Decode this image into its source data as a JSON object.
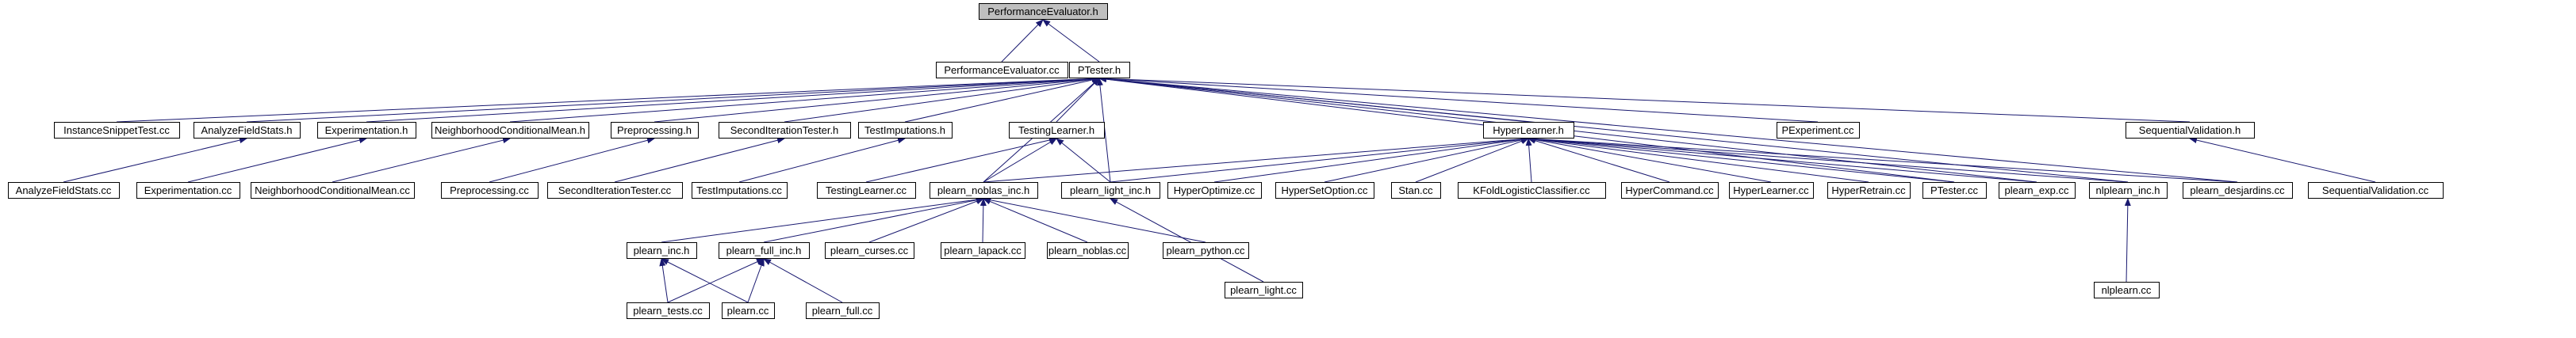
{
  "diagram": {
    "edge_color": "#191970",
    "root_fill": "#bfbfbf",
    "nodes": [
      {
        "id": "pe_h",
        "label": "PerformanceEvaluator.h",
        "root": true
      },
      {
        "id": "pe_cc",
        "label": "PerformanceEvaluator.cc"
      },
      {
        "id": "ptester_h",
        "label": "PTester.h"
      },
      {
        "id": "instance_snippet",
        "label": "InstanceSnippetTest.cc"
      },
      {
        "id": "afs_h",
        "label": "AnalyzeFieldStats.h"
      },
      {
        "id": "exp_h",
        "label": "Experimentation.h"
      },
      {
        "id": "ncm_h",
        "label": "NeighborhoodConditionalMean.h"
      },
      {
        "id": "prep_h",
        "label": "Preprocessing.h"
      },
      {
        "id": "sit_h",
        "label": "SecondIterationTester.h"
      },
      {
        "id": "ti_h",
        "label": "TestImputations.h"
      },
      {
        "id": "tl_h",
        "label": "TestingLearner.h"
      },
      {
        "id": "hl_h",
        "label": "HyperLearner.h"
      },
      {
        "id": "pexp_cc",
        "label": "PExperiment.cc"
      },
      {
        "id": "sv_h",
        "label": "SequentialValidation.h"
      },
      {
        "id": "afs_cc",
        "label": "AnalyzeFieldStats.cc"
      },
      {
        "id": "exp_cc",
        "label": "Experimentation.cc"
      },
      {
        "id": "ncm_cc",
        "label": "NeighborhoodConditionalMean.cc"
      },
      {
        "id": "prep_cc",
        "label": "Preprocessing.cc"
      },
      {
        "id": "sit_cc",
        "label": "SecondIterationTester.cc"
      },
      {
        "id": "ti_cc",
        "label": "TestImputations.cc"
      },
      {
        "id": "tl_cc",
        "label": "TestingLearner.cc"
      },
      {
        "id": "noblas_inc",
        "label": "plearn_noblas_inc.h"
      },
      {
        "id": "light_inc",
        "label": "plearn_light_inc.h"
      },
      {
        "id": "hopt_cc",
        "label": "HyperOptimize.cc"
      },
      {
        "id": "hsetopt_cc",
        "label": "HyperSetOption.cc"
      },
      {
        "id": "stan_cc",
        "label": "Stan.cc"
      },
      {
        "id": "kfold_cc",
        "label": "KFoldLogisticClassifier.cc"
      },
      {
        "id": "hcmd_cc",
        "label": "HyperCommand.cc"
      },
      {
        "id": "hl_cc",
        "label": "HyperLearner.cc"
      },
      {
        "id": "hretrain_cc",
        "label": "HyperRetrain.cc"
      },
      {
        "id": "ptester_cc",
        "label": "PTester.cc"
      },
      {
        "id": "pexpc_cc",
        "label": "plearn_exp.cc"
      },
      {
        "id": "nlinc_h",
        "label": "nlplearn_inc.h"
      },
      {
        "id": "desj_cc",
        "label": "plearn_desjardins.cc"
      },
      {
        "id": "sv_cc",
        "label": "SequentialValidation.cc"
      },
      {
        "id": "inc_h",
        "label": "plearn_inc.h"
      },
      {
        "id": "fullinc_h",
        "label": "plearn_full_inc.h"
      },
      {
        "id": "curses_cc",
        "label": "plearn_curses.cc"
      },
      {
        "id": "lapack_cc",
        "label": "plearn_lapack.cc"
      },
      {
        "id": "noblas_cc",
        "label": "plearn_noblas.cc"
      },
      {
        "id": "python_cc",
        "label": "plearn_python.cc"
      },
      {
        "id": "light_cc",
        "label": "plearn_light.cc"
      },
      {
        "id": "nlplearn_cc",
        "label": "nlplearn.cc"
      },
      {
        "id": "tests_cc",
        "label": "plearn_tests.cc"
      },
      {
        "id": "plearn_cc",
        "label": "plearn.cc"
      },
      {
        "id": "full_cc",
        "label": "plearn_full.cc"
      }
    ],
    "edges": [
      [
        "pe_h",
        "pe_cc"
      ],
      [
        "pe_h",
        "ptester_h"
      ],
      [
        "ptester_h",
        "instance_snippet"
      ],
      [
        "ptester_h",
        "afs_h"
      ],
      [
        "ptester_h",
        "exp_h"
      ],
      [
        "ptester_h",
        "ncm_h"
      ],
      [
        "ptester_h",
        "prep_h"
      ],
      [
        "ptester_h",
        "sit_h"
      ],
      [
        "ptester_h",
        "ti_h"
      ],
      [
        "ptester_h",
        "tl_h"
      ],
      [
        "ptester_h",
        "hl_h"
      ],
      [
        "ptester_h",
        "pexp_cc"
      ],
      [
        "ptester_h",
        "sv_h"
      ],
      [
        "ptester_h",
        "noblas_inc"
      ],
      [
        "ptester_h",
        "light_inc"
      ],
      [
        "ptester_h",
        "ptester_cc"
      ],
      [
        "ptester_h",
        "pexpc_cc"
      ],
      [
        "ptester_h",
        "nlinc_h"
      ],
      [
        "ptester_h",
        "desj_cc"
      ],
      [
        "afs_h",
        "afs_cc"
      ],
      [
        "exp_h",
        "exp_cc"
      ],
      [
        "ncm_h",
        "ncm_cc"
      ],
      [
        "prep_h",
        "prep_cc"
      ],
      [
        "sit_h",
        "sit_cc"
      ],
      [
        "ti_h",
        "ti_cc"
      ],
      [
        "sv_h",
        "sv_cc"
      ],
      [
        "tl_h",
        "tl_cc"
      ],
      [
        "tl_h",
        "noblas_inc"
      ],
      [
        "tl_h",
        "light_inc"
      ],
      [
        "hl_h",
        "noblas_inc"
      ],
      [
        "hl_h",
        "light_inc"
      ],
      [
        "hl_h",
        "hopt_cc"
      ],
      [
        "hl_h",
        "hsetopt_cc"
      ],
      [
        "hl_h",
        "stan_cc"
      ],
      [
        "hl_h",
        "kfold_cc"
      ],
      [
        "hl_h",
        "hcmd_cc"
      ],
      [
        "hl_h",
        "hl_cc"
      ],
      [
        "hl_h",
        "hretrain_cc"
      ],
      [
        "hl_h",
        "ptester_cc"
      ],
      [
        "hl_h",
        "pexpc_cc"
      ],
      [
        "hl_h",
        "nlinc_h"
      ],
      [
        "hl_h",
        "desj_cc"
      ],
      [
        "noblas_inc",
        "inc_h"
      ],
      [
        "noblas_inc",
        "fullinc_h"
      ],
      [
        "noblas_inc",
        "curses_cc"
      ],
      [
        "noblas_inc",
        "lapack_cc"
      ],
      [
        "noblas_inc",
        "noblas_cc"
      ],
      [
        "noblas_inc",
        "python_cc"
      ],
      [
        "light_inc",
        "light_cc"
      ],
      [
        "nlinc_h",
        "nlplearn_cc"
      ],
      [
        "inc_h",
        "tests_cc"
      ],
      [
        "inc_h",
        "plearn_cc"
      ],
      [
        "fullinc_h",
        "tests_cc"
      ],
      [
        "fullinc_h",
        "plearn_cc"
      ],
      [
        "fullinc_h",
        "full_cc"
      ]
    ]
  }
}
